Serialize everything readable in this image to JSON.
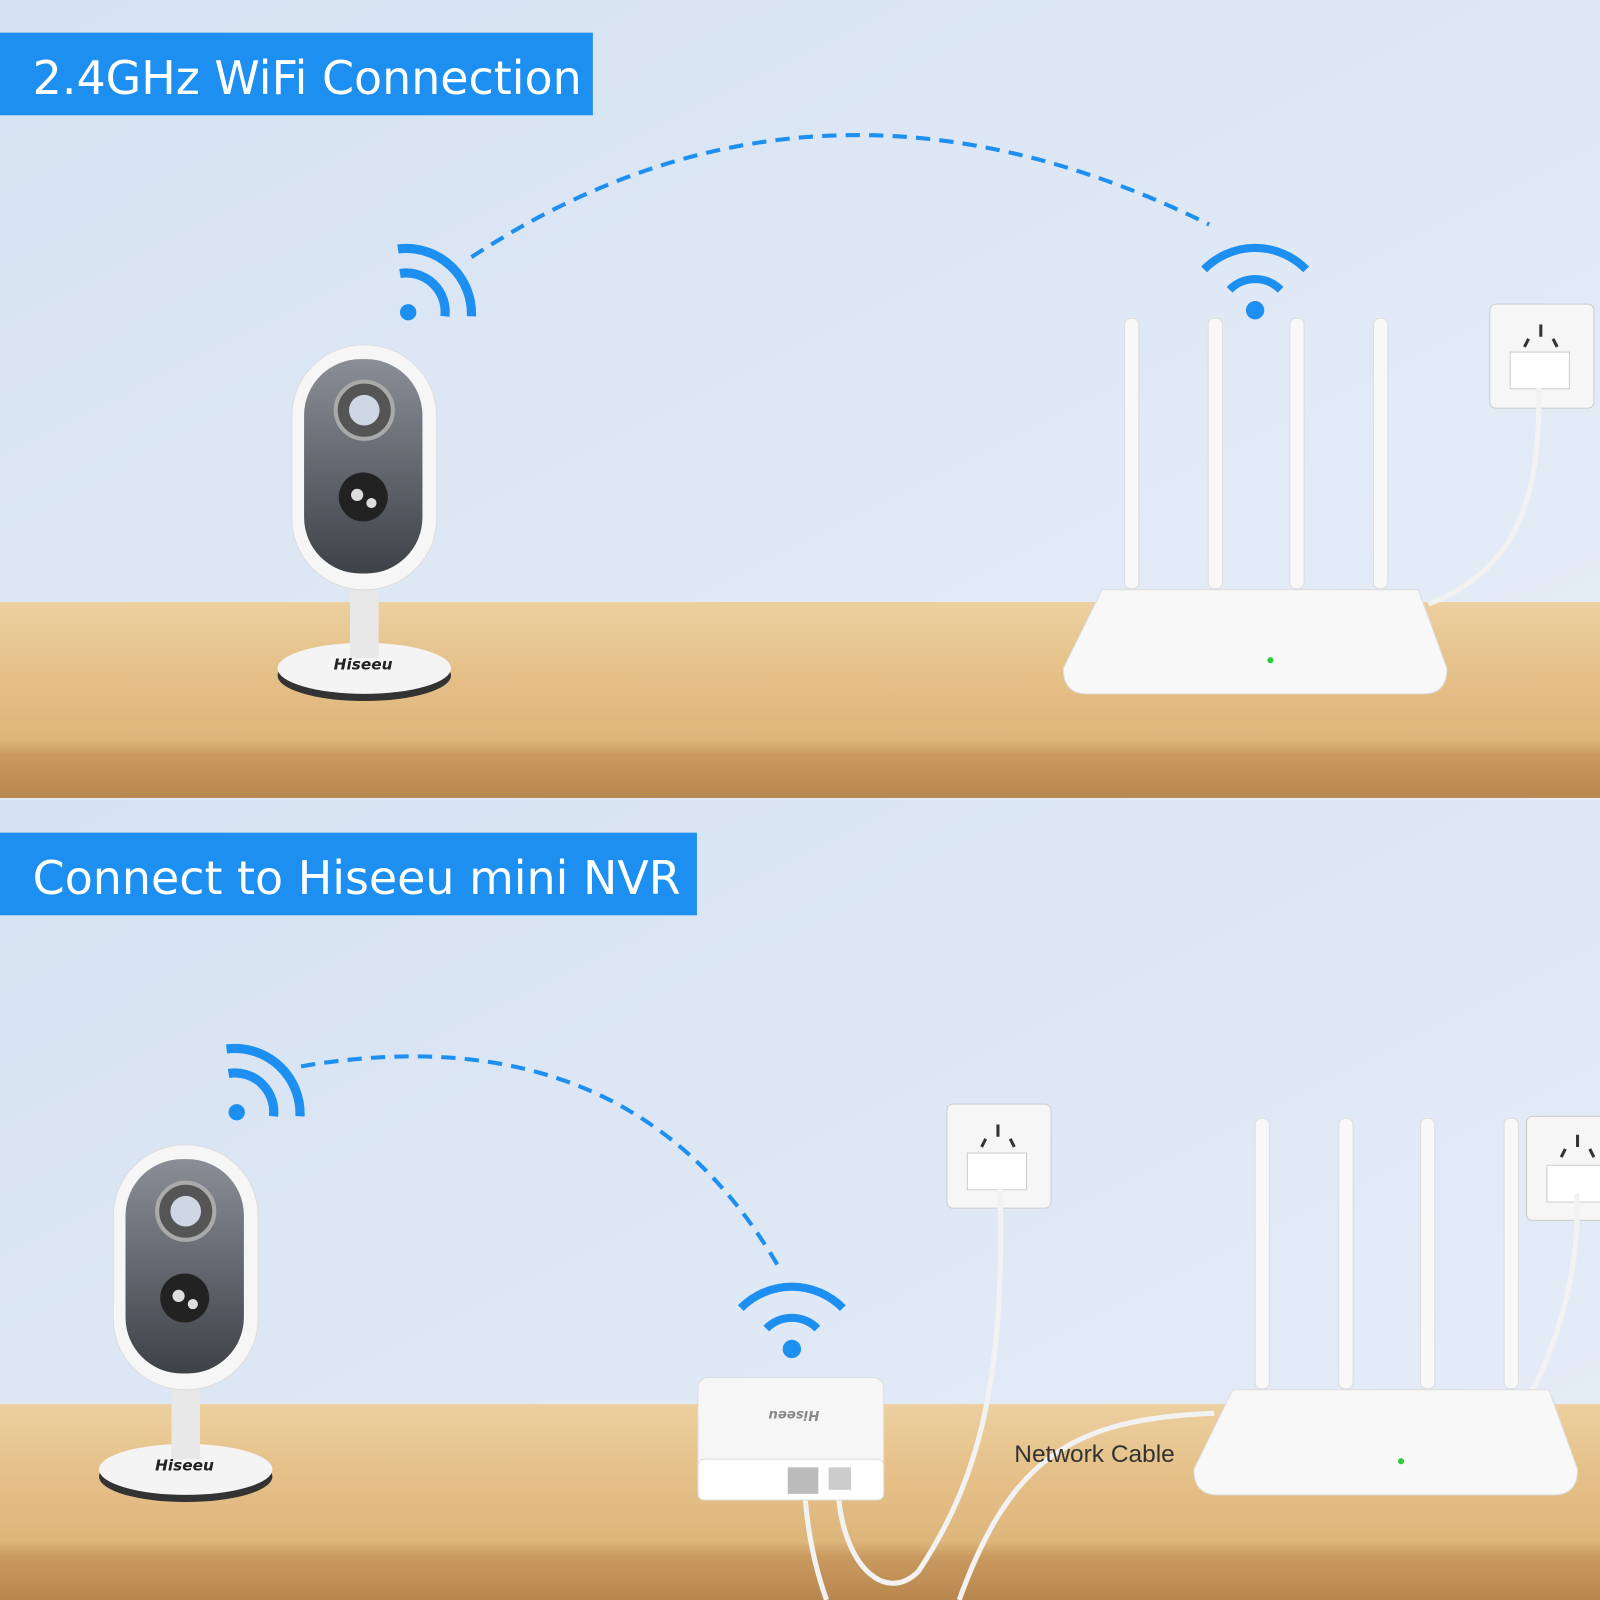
{
  "panels": [
    {
      "title": "2.4GHz WiFi Connection"
    },
    {
      "title": "Connect to Hiseeu mini NVR",
      "cable_label": "Network Cable"
    }
  ],
  "brand": "Hiseeu",
  "colors": {
    "accent": "#1c8ff0",
    "wall": "#dfe8f5",
    "wood": "#e6c48f",
    "wood_edge": "#c99a5f"
  }
}
